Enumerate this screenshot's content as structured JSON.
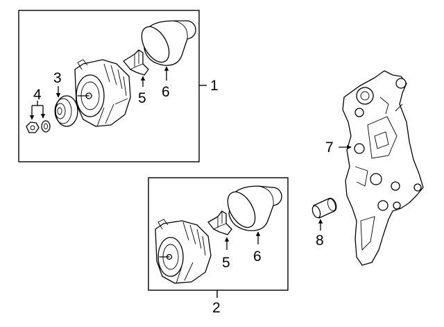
{
  "callouts": {
    "c1": "1",
    "c2": "2",
    "c3": "3",
    "c4": "4",
    "c5a": "5",
    "c6a": "6",
    "c5b": "5",
    "c6b": "6",
    "c7": "7",
    "c8": "8"
  }
}
